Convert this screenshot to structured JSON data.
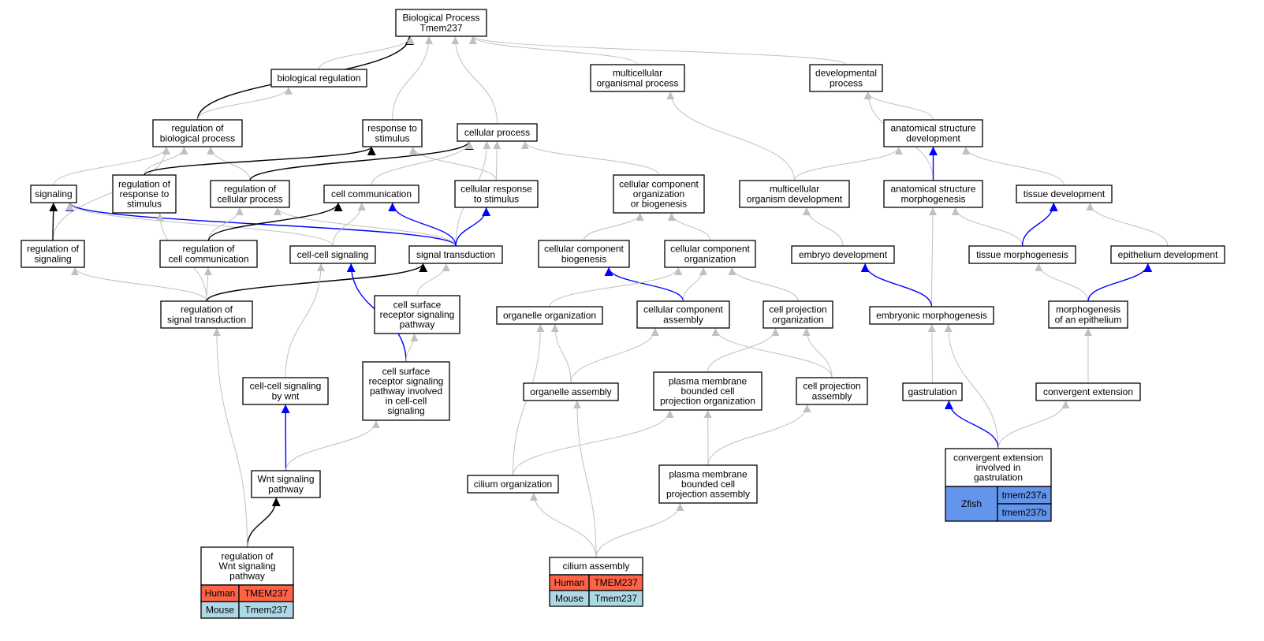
{
  "title_node": {
    "lines": [
      "Biological Process",
      "Tmem237"
    ]
  },
  "colors": {
    "gray": "#c0c0c0",
    "blue": "#0000ff",
    "black": "#000000",
    "human": "#ff6347",
    "mouse": "#add8e6",
    "zfish": "#6495ed"
  },
  "nodes": {
    "bp": {
      "lines": [
        "Biological Process",
        "Tmem237"
      ]
    },
    "bioreg": {
      "lines": [
        "biological regulation"
      ]
    },
    "multiproc": {
      "lines": [
        "multicellular",
        "organismal process"
      ]
    },
    "devproc": {
      "lines": [
        "developmental",
        "process"
      ]
    },
    "regbio": {
      "lines": [
        "regulation of",
        "biological process"
      ]
    },
    "respstim": {
      "lines": [
        "response to",
        "stimulus"
      ]
    },
    "cellproc": {
      "lines": [
        "cellular process"
      ]
    },
    "anatdev": {
      "lines": [
        "anatomical structure",
        "development"
      ]
    },
    "signaling": {
      "lines": [
        "signaling"
      ]
    },
    "regresp": {
      "lines": [
        "regulation of",
        "response to",
        "stimulus"
      ]
    },
    "regcell": {
      "lines": [
        "regulation of",
        "cellular process"
      ]
    },
    "cellcomm": {
      "lines": [
        "cell communication"
      ]
    },
    "cellresp": {
      "lines": [
        "cellular response",
        "to stimulus"
      ]
    },
    "ccorgbio": {
      "lines": [
        "cellular component",
        "organization",
        "or biogenesis"
      ]
    },
    "multidev": {
      "lines": [
        "multicellular",
        "organism development"
      ]
    },
    "anatmorph": {
      "lines": [
        "anatomical structure",
        "morphogenesis"
      ]
    },
    "tissdev": {
      "lines": [
        "tissue development"
      ]
    },
    "regsig": {
      "lines": [
        "regulation of",
        "signaling"
      ]
    },
    "regcomm": {
      "lines": [
        "regulation of",
        "cell communication"
      ]
    },
    "ccsig": {
      "lines": [
        "cell-cell signaling"
      ]
    },
    "sigtrans": {
      "lines": [
        "signal transduction"
      ]
    },
    "ccbio": {
      "lines": [
        "cellular component",
        "biogenesis"
      ]
    },
    "ccorg": {
      "lines": [
        "cellular component",
        "organization"
      ]
    },
    "embdev": {
      "lines": [
        "embryo development"
      ]
    },
    "tissmorph": {
      "lines": [
        "tissue morphogenesis"
      ]
    },
    "epidev": {
      "lines": [
        "epithelium development"
      ]
    },
    "regsigtrans": {
      "lines": [
        "regulation of",
        "signal transduction"
      ]
    },
    "csrsp": {
      "lines": [
        "cell surface",
        "receptor signaling",
        "pathway"
      ]
    },
    "orgorg": {
      "lines": [
        "organelle organization"
      ]
    },
    "ccasm": {
      "lines": [
        "cellular component",
        "assembly"
      ]
    },
    "cpo": {
      "lines": [
        "cell projection",
        "organization"
      ]
    },
    "embmorph": {
      "lines": [
        "embryonic morphogenesis"
      ]
    },
    "morphepi": {
      "lines": [
        "morphogenesis",
        "of an epithelium"
      ]
    },
    "ccwnt": {
      "lines": [
        "cell-cell signaling",
        "by wnt"
      ]
    },
    "csrspcc": {
      "lines": [
        "cell surface",
        "receptor signaling",
        "pathway involved",
        "in cell-cell",
        "signaling"
      ]
    },
    "orgasm": {
      "lines": [
        "organelle assembly"
      ]
    },
    "pmbcpo": {
      "lines": [
        "plasma membrane",
        "bounded cell",
        "projection organization"
      ]
    },
    "cpa": {
      "lines": [
        "cell projection",
        "assembly"
      ]
    },
    "gastr": {
      "lines": [
        "gastrulation"
      ]
    },
    "convext": {
      "lines": [
        "convergent extension"
      ]
    },
    "wnt": {
      "lines": [
        "Wnt signaling",
        "pathway"
      ]
    },
    "ciliumorg": {
      "lines": [
        "cilium organization"
      ]
    },
    "pmbcpa": {
      "lines": [
        "plasma membrane",
        "bounded cell",
        "projection assembly"
      ]
    },
    "regwnt": {
      "lines": [
        "regulation of",
        "Wnt signaling",
        "pathway"
      ]
    },
    "ciliumasm": {
      "lines": [
        "cilium assembly"
      ]
    },
    "convextgast": {
      "lines": [
        "convergent extension",
        "involved in",
        "gastrulation"
      ]
    }
  },
  "annotations": {
    "regwnt": [
      {
        "species": "Human",
        "genes": [
          "TMEM237"
        ]
      },
      {
        "species": "Mouse",
        "genes": [
          "Tmem237"
        ]
      }
    ],
    "ciliumasm": [
      {
        "species": "Human",
        "genes": [
          "TMEM237"
        ]
      },
      {
        "species": "Mouse",
        "genes": [
          "Tmem237"
        ]
      }
    ],
    "convextgast": [
      {
        "species": "Zfish",
        "genes": [
          "tmem237a",
          "tmem237b"
        ]
      }
    ]
  },
  "edges": [
    {
      "from": "regbio",
      "to": "bp",
      "color": "black"
    },
    {
      "from": "bioreg",
      "to": "bp",
      "color": "gray"
    },
    {
      "from": "respstim",
      "to": "bp",
      "color": "gray"
    },
    {
      "from": "cellproc",
      "to": "bp",
      "color": "gray"
    },
    {
      "from": "multiproc",
      "to": "bp",
      "color": "gray"
    },
    {
      "from": "devproc",
      "to": "bp",
      "color": "gray"
    },
    {
      "from": "regbio",
      "to": "bioreg",
      "color": "gray"
    },
    {
      "from": "anatdev",
      "to": "devproc",
      "color": "gray"
    },
    {
      "from": "anatmorph",
      "to": "devproc",
      "color": "gray"
    },
    {
      "from": "multidev",
      "to": "multiproc",
      "color": "gray"
    },
    {
      "from": "signaling",
      "to": "regbio",
      "color": "gray"
    },
    {
      "from": "regresp",
      "to": "regbio",
      "color": "gray"
    },
    {
      "from": "regcell",
      "to": "regbio",
      "color": "gray"
    },
    {
      "from": "regsig",
      "to": "regbio",
      "color": "gray"
    },
    {
      "from": "regresp",
      "to": "respstim",
      "color": "black"
    },
    {
      "from": "cellresp",
      "to": "respstim",
      "color": "gray"
    },
    {
      "from": "regcell",
      "to": "cellproc",
      "color": "black"
    },
    {
      "from": "cellcomm",
      "to": "cellproc",
      "color": "gray"
    },
    {
      "from": "cellresp",
      "to": "cellproc",
      "color": "gray"
    },
    {
      "from": "ccorgbio",
      "to": "cellproc",
      "color": "gray"
    },
    {
      "from": "sigtrans",
      "to": "cellproc",
      "color": "gray"
    },
    {
      "from": "multidev",
      "to": "anatdev",
      "color": "gray"
    },
    {
      "from": "anatmorph",
      "to": "anatdev",
      "color": "blue"
    },
    {
      "from": "tissdev",
      "to": "anatdev",
      "color": "gray"
    },
    {
      "from": "regsig",
      "to": "signaling",
      "color": "black"
    },
    {
      "from": "sigtrans",
      "to": "signaling",
      "color": "blue"
    },
    {
      "from": "ccsig",
      "to": "signaling",
      "color": "gray"
    },
    {
      "from": "regcomm",
      "to": "regcell",
      "color": "gray"
    },
    {
      "from": "regsigtrans",
      "to": "regresp",
      "color": "gray"
    },
    {
      "from": "sigtrans",
      "to": "regcell",
      "color": "gray"
    },
    {
      "from": "regcomm",
      "to": "cellcomm",
      "color": "black"
    },
    {
      "from": "ccsig",
      "to": "cellcomm",
      "color": "gray"
    },
    {
      "from": "sigtrans",
      "to": "cellcomm",
      "color": "blue"
    },
    {
      "from": "sigtrans",
      "to": "cellresp",
      "color": "blue"
    },
    {
      "from": "ccbio",
      "to": "ccorgbio",
      "color": "gray"
    },
    {
      "from": "ccorg",
      "to": "ccorgbio",
      "color": "gray"
    },
    {
      "from": "embdev",
      "to": "multidev",
      "color": "gray"
    },
    {
      "from": "embmorph",
      "to": "anatmorph",
      "color": "gray"
    },
    {
      "from": "tissmorph",
      "to": "anatmorph",
      "color": "gray"
    },
    {
      "from": "tissmorph",
      "to": "tissdev",
      "color": "blue"
    },
    {
      "from": "epidev",
      "to": "tissdev",
      "color": "gray"
    },
    {
      "from": "regsigtrans",
      "to": "regsig",
      "color": "gray"
    },
    {
      "from": "regsigtrans",
      "to": "regcomm",
      "color": "gray"
    },
    {
      "from": "regsigtrans",
      "to": "sigtrans",
      "color": "black"
    },
    {
      "from": "csrsp",
      "to": "sigtrans",
      "color": "gray"
    },
    {
      "from": "ccasm",
      "to": "ccbio",
      "color": "blue"
    },
    {
      "from": "orgorg",
      "to": "ccorg",
      "color": "gray"
    },
    {
      "from": "ccasm",
      "to": "ccorg",
      "color": "gray"
    },
    {
      "from": "cpo",
      "to": "ccorg",
      "color": "gray"
    },
    {
      "from": "embmorph",
      "to": "embdev",
      "color": "blue"
    },
    {
      "from": "morphepi",
      "to": "tissmorph",
      "color": "gray"
    },
    {
      "from": "morphepi",
      "to": "epidev",
      "color": "blue"
    },
    {
      "from": "ccwnt",
      "to": "ccsig",
      "color": "gray"
    },
    {
      "from": "csrspcc",
      "to": "ccsig",
      "color": "blue"
    },
    {
      "from": "csrspcc",
      "to": "csrsp",
      "color": "gray"
    },
    {
      "from": "orgasm",
      "to": "orgorg",
      "color": "gray"
    },
    {
      "from": "ciliumorg",
      "to": "orgorg",
      "color": "gray"
    },
    {
      "from": "orgasm",
      "to": "ccasm",
      "color": "gray"
    },
    {
      "from": "cpa",
      "to": "ccasm",
      "color": "gray"
    },
    {
      "from": "pmbcpo",
      "to": "cpo",
      "color": "gray"
    },
    {
      "from": "cpa",
      "to": "cpo",
      "color": "gray"
    },
    {
      "from": "gastr",
      "to": "embmorph",
      "color": "gray"
    },
    {
      "from": "convextgast",
      "to": "embmorph",
      "color": "gray"
    },
    {
      "from": "convext",
      "to": "morphepi",
      "color": "gray"
    },
    {
      "from": "wnt",
      "to": "ccwnt",
      "color": "blue"
    },
    {
      "from": "wnt",
      "to": "csrspcc",
      "color": "gray"
    },
    {
      "from": "ciliumorg",
      "to": "pmbcpo",
      "color": "gray"
    },
    {
      "from": "pmbcpa",
      "to": "pmbcpo",
      "color": "gray"
    },
    {
      "from": "pmbcpa",
      "to": "cpa",
      "color": "gray"
    },
    {
      "from": "regwnt",
      "to": "wnt",
      "color": "black"
    },
    {
      "from": "regwnt",
      "to": "regsigtrans",
      "color": "gray"
    },
    {
      "from": "ciliumasm",
      "to": "ciliumorg",
      "color": "gray"
    },
    {
      "from": "ciliumasm",
      "to": "orgasm",
      "color": "gray"
    },
    {
      "from": "ciliumasm",
      "to": "pmbcpa",
      "color": "gray"
    },
    {
      "from": "convextgast",
      "to": "gastr",
      "color": "blue"
    },
    {
      "from": "convextgast",
      "to": "convext",
      "color": "gray"
    }
  ]
}
